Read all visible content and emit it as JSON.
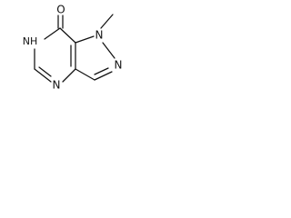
{
  "molecule": {
    "atoms": {
      "oxygen": "O",
      "nitrogen_nh": "NH",
      "nitrogen_n1": "N",
      "nitrogen_n2": "N",
      "nitrogen_n3": "N"
    },
    "colors": {
      "bond": "#111111",
      "label": "#111111",
      "background": "#ffffff"
    }
  }
}
